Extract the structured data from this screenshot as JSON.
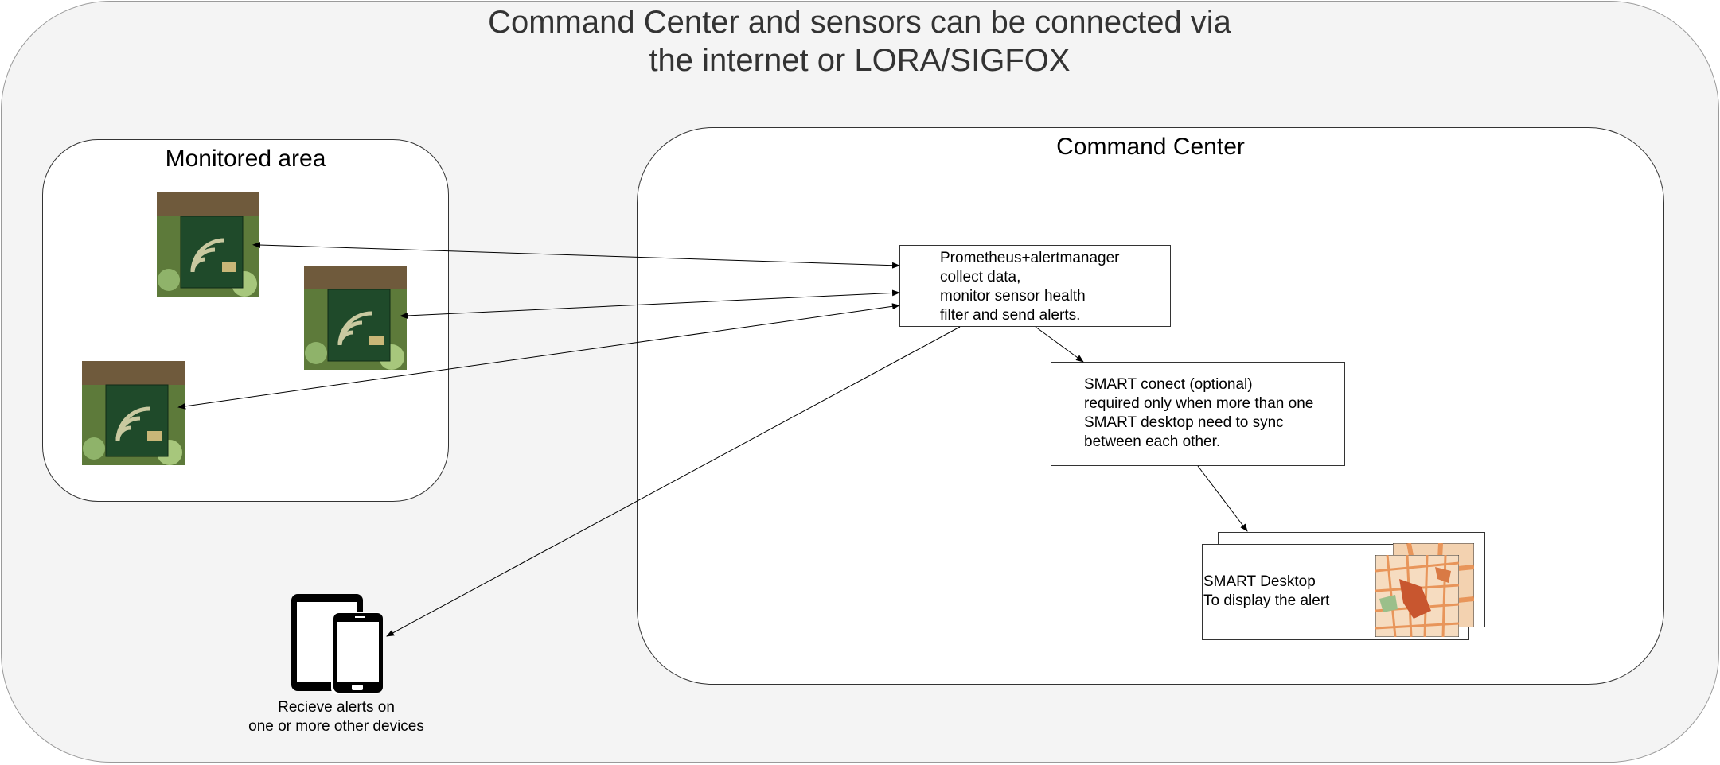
{
  "title": {
    "line1": "Command Center and sensors can be connected via",
    "line2": "the internet or LORA/SIGFOX"
  },
  "monitored_area": {
    "title": "Monitored area",
    "sensor_count": 3
  },
  "command_center": {
    "title": "Command Center",
    "prometheus": {
      "line1": "Prometheus+alertmanager",
      "line2": "collect data,",
      "line3": "monitor sensor health",
      "line4": "filter and send alerts."
    },
    "smart_connect": {
      "line1": "SMART conect (optional)",
      "line2": "required only when more than one",
      "line3": "SMART desktop need to sync",
      "line4": "between each other."
    },
    "smart_desktop": {
      "line1": "SMART Desktop",
      "line2": "To display the alert"
    }
  },
  "devices": {
    "line1": "Recieve alerts on",
    "line2": "one or more other devices",
    "icon": "tablet-phone-icon"
  },
  "colors": {
    "outer_bg": "#f4f4f4",
    "panel_bg": "#ffffff",
    "sensor_board": "#1f4a2a",
    "map_orange": "#e8955a"
  }
}
